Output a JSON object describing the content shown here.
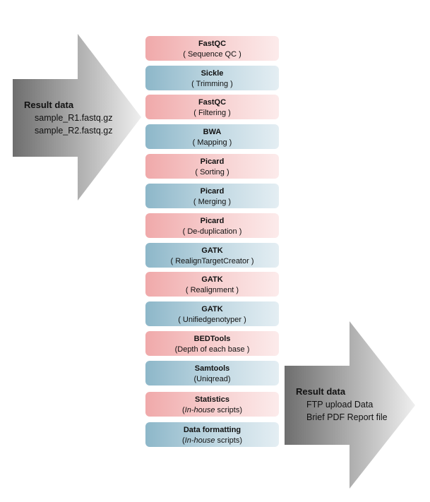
{
  "input_arrow": {
    "title": "Result data",
    "lines": [
      "sample_R1.fastq.gz",
      "sample_R2.fastq.gz"
    ]
  },
  "output_arrow": {
    "title": "Result data",
    "lines": [
      "FTP upload Data",
      "Brief PDF Report file"
    ]
  },
  "steps": [
    {
      "name": "FastQC",
      "desc": "( Sequence QC )",
      "color": "pink"
    },
    {
      "name": "Sickle",
      "desc": "( Trimming )",
      "color": "blue"
    },
    {
      "name": "FastQC",
      "desc": "( Filtering )",
      "color": "pink"
    },
    {
      "name": "BWA",
      "desc": "( Mapping )",
      "color": "blue"
    },
    {
      "name": "Picard",
      "desc": "( Sorting )",
      "color": "pink"
    },
    {
      "name": "Picard",
      "desc": "( Merging )",
      "color": "blue"
    },
    {
      "name": "Picard",
      "desc": "( De-duplication )",
      "color": "pink"
    },
    {
      "name": "GATK",
      "desc": "( RealignTargetCreator )",
      "color": "blue"
    },
    {
      "name": "GATK",
      "desc": "( Realignment )",
      "color": "pink"
    },
    {
      "name": "GATK",
      "desc": "( Unifiedgenotyper )",
      "color": "blue"
    },
    {
      "name": "BEDTools",
      "desc": "(Depth of each base )",
      "color": "pink"
    },
    {
      "name": "Samtools",
      "desc": "(Uniqread)",
      "color": "blue"
    },
    {
      "name": "Statistics",
      "desc_pre": "(",
      "desc_italic": "In-house",
      "desc_post": " scripts)",
      "color": "pink"
    },
    {
      "name": "Data formatting",
      "desc_pre": "(",
      "desc_italic": "In-house",
      "desc_post": " scripts)",
      "color": "blue"
    }
  ],
  "colors": {
    "pink": "#f0a9aa",
    "blue": "#8db7c9",
    "arrow_dark": "#7a7a7a",
    "arrow_light": "#f2f2f2"
  }
}
